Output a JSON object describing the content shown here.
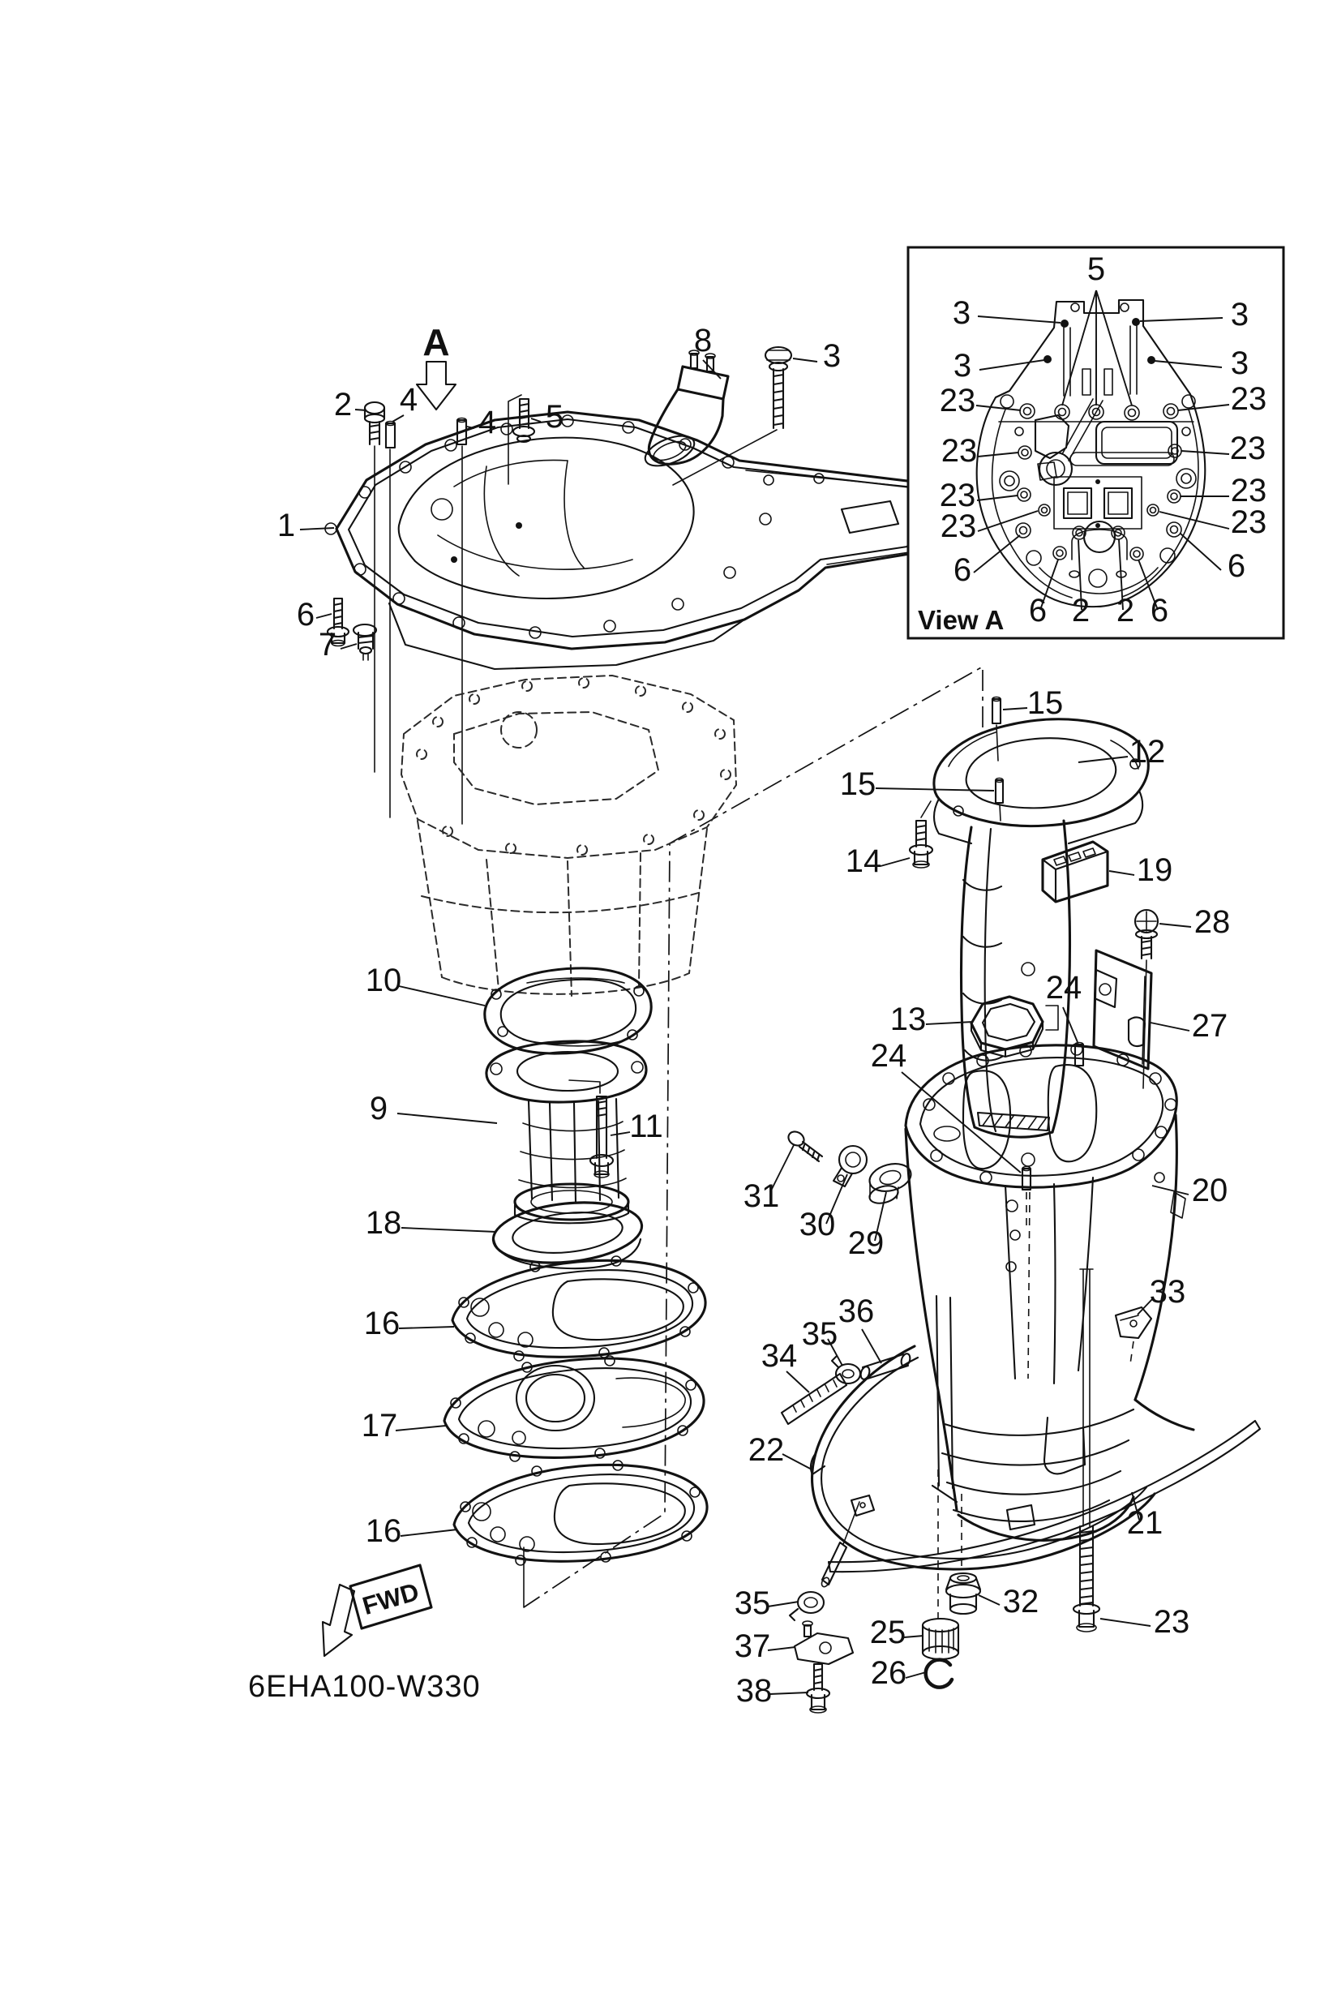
{
  "meta": {
    "drawing_code": "6EHA100-W330",
    "inset_caption": "View A",
    "direction_arrow_label": "A",
    "forward_label": "FWD"
  },
  "parts": {
    "n1": "1",
    "n2": "2",
    "n3": "3",
    "n4": "4",
    "n5": "5",
    "n6": "6",
    "n7": "7",
    "n8": "8",
    "n9": "9",
    "n10": "10",
    "n11": "11",
    "n12": "12",
    "n13": "13",
    "n14": "14",
    "n15": "15",
    "n16": "16",
    "n17": "17",
    "n18": "18",
    "n19": "19",
    "n20": "20",
    "n21": "21",
    "n22": "22",
    "n23": "23",
    "n24": "24",
    "n25": "25",
    "n26": "26",
    "n27": "27",
    "n28": "28",
    "n29": "29",
    "n30": "30",
    "n31": "31",
    "n32": "32",
    "n33": "33",
    "n34": "34",
    "n35": "35",
    "n36": "36",
    "n37": "37",
    "n38": "38"
  }
}
